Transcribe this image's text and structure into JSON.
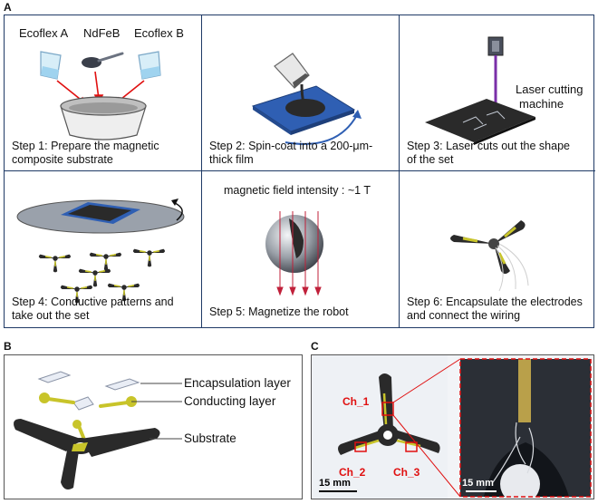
{
  "panels": {
    "a": "A",
    "b": "B",
    "c": "C"
  },
  "step1": {
    "ecoflex_a": "Ecoflex A",
    "ndfeb": "NdFeB",
    "ecoflex_b": "Ecoflex B",
    "caption_line1": "Step 1: Prepare the magnetic",
    "caption_line2": "composite substrate"
  },
  "step2": {
    "caption_line1": "Step 2: Spin-coat into a 200-μm-",
    "caption_line2": "thick film"
  },
  "step3": {
    "laser_line1": "Laser cutting",
    "laser_line2": "machine",
    "caption_line1": "Step 3: Laser cuts out the shape",
    "caption_line2": "of the set"
  },
  "step4": {
    "caption_line1": "Step 4: Conductive patterns and",
    "caption_line2": "take out the set"
  },
  "step5": {
    "field": "magnetic field intensity : ~1 T",
    "caption": "Step 5: Magnetize the robot"
  },
  "step6": {
    "caption_line1": "Step 6: Encapsulate the electrodes",
    "caption_line2": "and connect the wiring"
  },
  "panel_b": {
    "encapsulation": "Encapsulation layer",
    "conducting": "Conducting layer",
    "substrate": "Substrate"
  },
  "panel_c": {
    "ch1": "Ch_1",
    "ch2": "Ch_2",
    "ch3": "Ch_3",
    "scale_left": "15 mm",
    "scale_right": "15 mm"
  },
  "colors": {
    "border": "#1f3a66",
    "red": "#e01010",
    "blue_plate": "#2f5fb3",
    "yellow": "#c8c42a",
    "robot": "#2a2a2a"
  }
}
